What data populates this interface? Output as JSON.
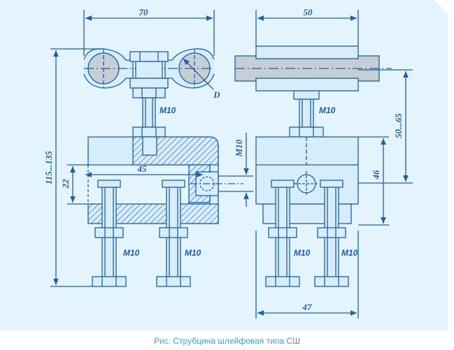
{
  "colors": {
    "background": "#e3f4fc",
    "line": "#1e5fa8",
    "fill_light": "#d7eefa",
    "fill_grey": "#c7cfd6",
    "caption": "#3aa0d8"
  },
  "dimensions": {
    "top_width": "70",
    "top_width_side": "50",
    "diameter": "D",
    "total_height": "115...135",
    "inner_height": "22",
    "inner_width": "45",
    "gap_height_side": "50...65",
    "body_height_side": "46",
    "bottom_width_side": "47",
    "thread_body": "M10"
  },
  "labels": {
    "thread_top_front": "M10",
    "thread_top_side": "M10",
    "thread_bottom_front_left": "M10",
    "thread_bottom_front_right": "M10",
    "thread_bottom_side_left": "M10",
    "thread_bottom_side_right": "M10"
  },
  "caption": "Рис. Струбцина шлейфовая типа СШ"
}
